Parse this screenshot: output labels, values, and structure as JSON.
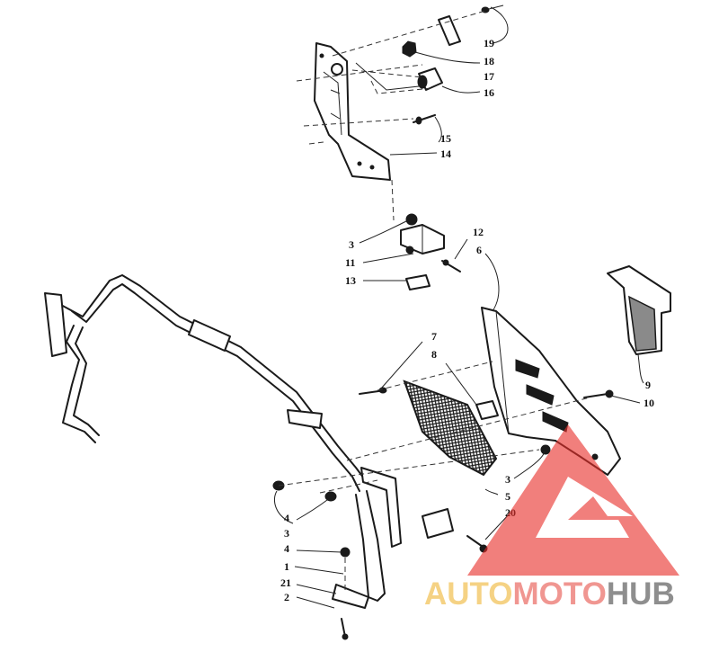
{
  "callouts": {
    "c19": "19",
    "c18": "18",
    "c17": "17",
    "c16": "16",
    "c15": "15",
    "c14": "14",
    "c12": "12",
    "c6": "6",
    "c3a": "3",
    "c11": "11",
    "c13": "13",
    "c7": "7",
    "c8": "8",
    "c9": "9",
    "c10": "10",
    "c3b": "3",
    "c5": "5",
    "c20": "20",
    "c4a": "4",
    "c3c": "3",
    "c4b": "4",
    "c1": "1",
    "c21": "21",
    "c2": "2"
  },
  "watermark": {
    "word_part1": "AUTO",
    "word_part2": "MOTO",
    "word_part3": "HUB",
    "color_auto": "#f0b83a",
    "color_moto": "#e8564f",
    "color_hub": "#4a4a4a",
    "logo_color": "#e8302c"
  }
}
